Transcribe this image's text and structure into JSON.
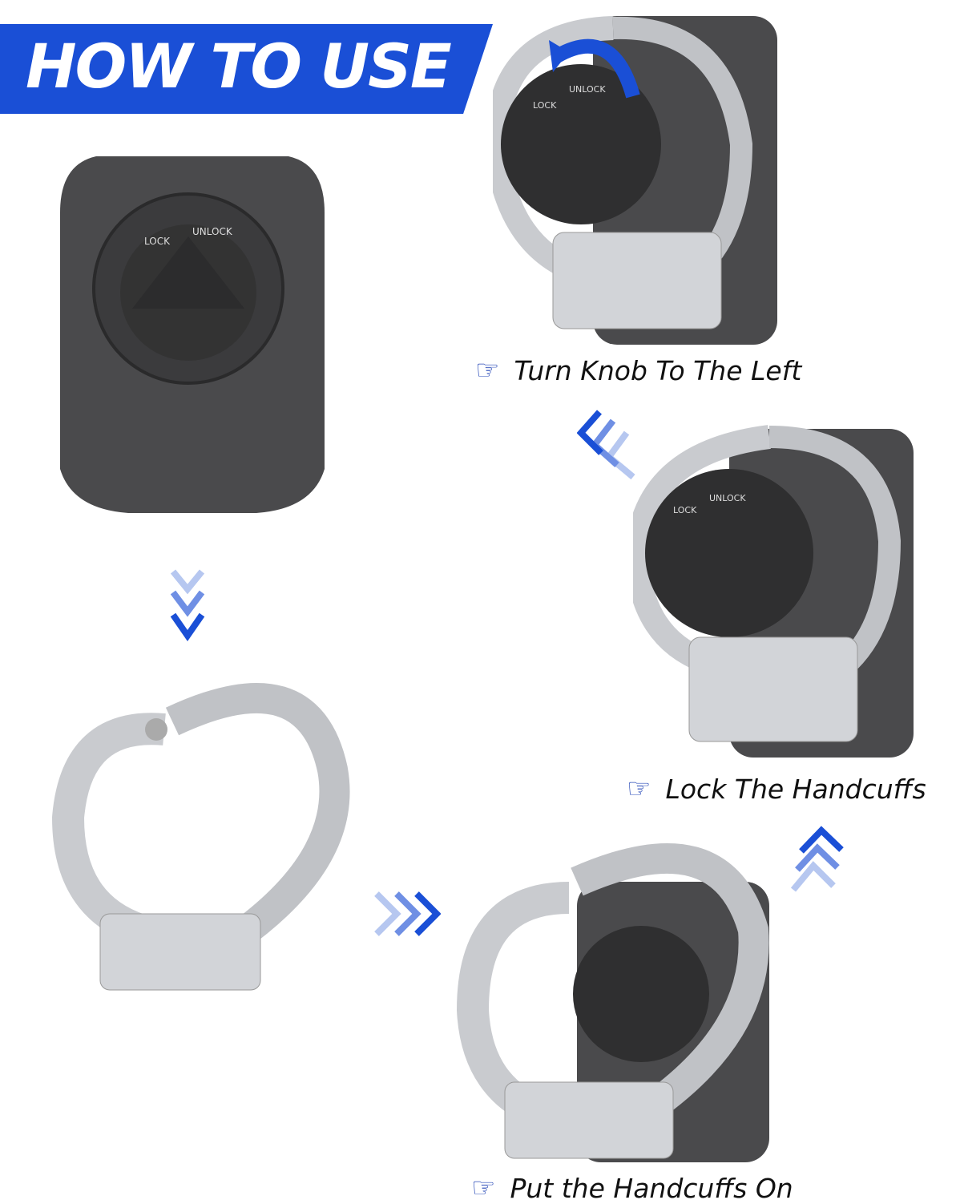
{
  "banner": {
    "title": "HOW TO USE"
  },
  "knob": {
    "lock": "LOCK",
    "unlock": "UNLOCK"
  },
  "steps": [
    {
      "caption": "Turn Knob To The Left",
      "icon": "pointing-hand-icon"
    },
    {
      "caption": "Lock The Handcuffs",
      "icon": "pointing-hand-icon"
    },
    {
      "caption": "Put the Handcuffs On",
      "icon": "pointing-hand-icon"
    }
  ],
  "colors": {
    "accent": "#1a4fd6",
    "holster": "#4a4a4c",
    "steel": "#c9cbcf"
  }
}
